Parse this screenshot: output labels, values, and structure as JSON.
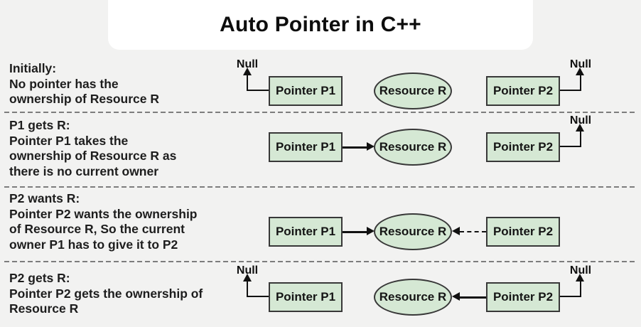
{
  "title": "Auto Pointer in C++",
  "shape_labels": {
    "pointer_p1": "Pointer P1",
    "pointer_p2": "Pointer P2",
    "resource": "Resource R",
    "null_label": "Null"
  },
  "colors": {
    "background": "#f2f2f1",
    "title_card": "#ffffff",
    "shape_fill": "#d5e8d4",
    "shape_border": "#383838",
    "arrow": "#111111",
    "separator": "#7d7d7d",
    "text": "#1d1d1d"
  },
  "rows": [
    {
      "lines": [
        "Initially:",
        "No pointer has the",
        "ownership of Resource R"
      ]
    },
    {
      "lines": [
        "P1 gets R:",
        "Pointer P1 takes the",
        "ownership of Resource R as",
        "there is no current owner"
      ]
    },
    {
      "lines": [
        "P2 wants R:",
        "Pointer P2 wants the ownership",
        "of Resource R, So the current",
        "owner P1 has to give it to P2"
      ]
    },
    {
      "lines": [
        "P2 gets R:",
        "Pointer P2 gets the ownership of",
        "Resource R"
      ]
    }
  ]
}
